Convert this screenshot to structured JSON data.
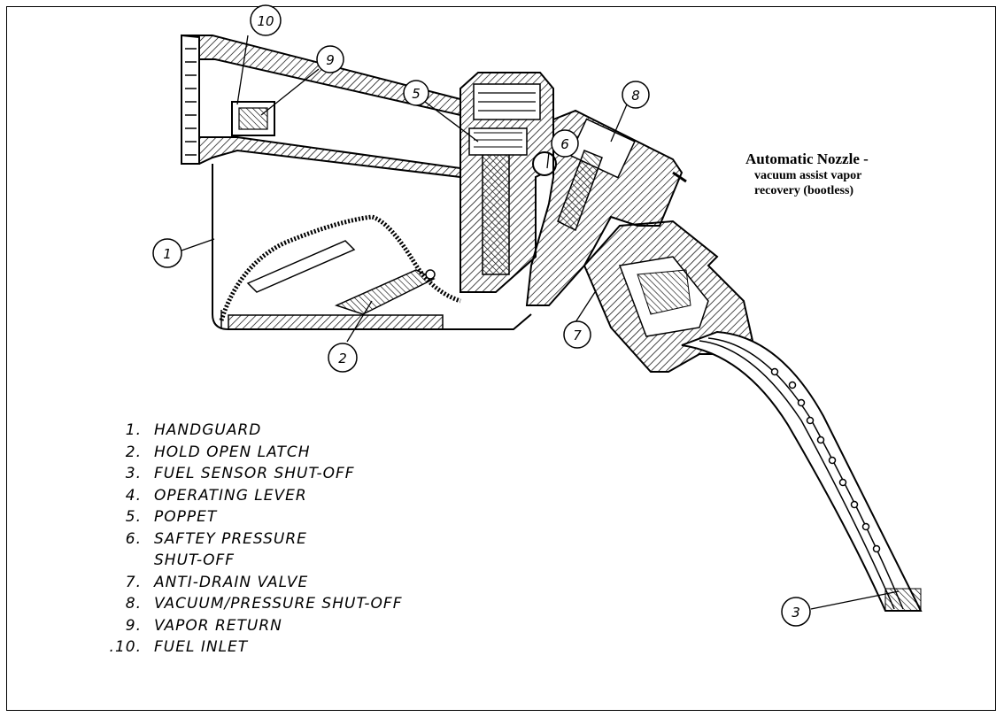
{
  "title": {
    "main": "Automatic Nozzle -",
    "sub_line1": "vacuum assist vapor",
    "sub_line2": "recovery (bootless)"
  },
  "callouts": [
    "1",
    "2",
    "3",
    "5",
    "6",
    "7",
    "8",
    "9",
    "10"
  ],
  "legend": [
    {
      "num": "1.",
      "text": "HANDGUARD"
    },
    {
      "num": "2.",
      "text": "HOLD OPEN LATCH"
    },
    {
      "num": "3.",
      "text": "FUEL SENSOR SHUT-OFF"
    },
    {
      "num": "4.",
      "text": "OPERATING LEVER"
    },
    {
      "num": "5.",
      "text": "POPPET"
    },
    {
      "num": "6.",
      "text": "SAFTEY PRESSURE"
    },
    {
      "num": "",
      "text": "SHUT-OFF"
    },
    {
      "num": "7.",
      "text": "ANTI-DRAIN VALVE"
    },
    {
      "num": "8.",
      "text": "VACUUM/PRESSURE SHUT-OFF"
    },
    {
      "num": "9.",
      "text": "VAPOR RETURN"
    },
    {
      "num": ".10.",
      "text": "FUEL INLET"
    }
  ]
}
